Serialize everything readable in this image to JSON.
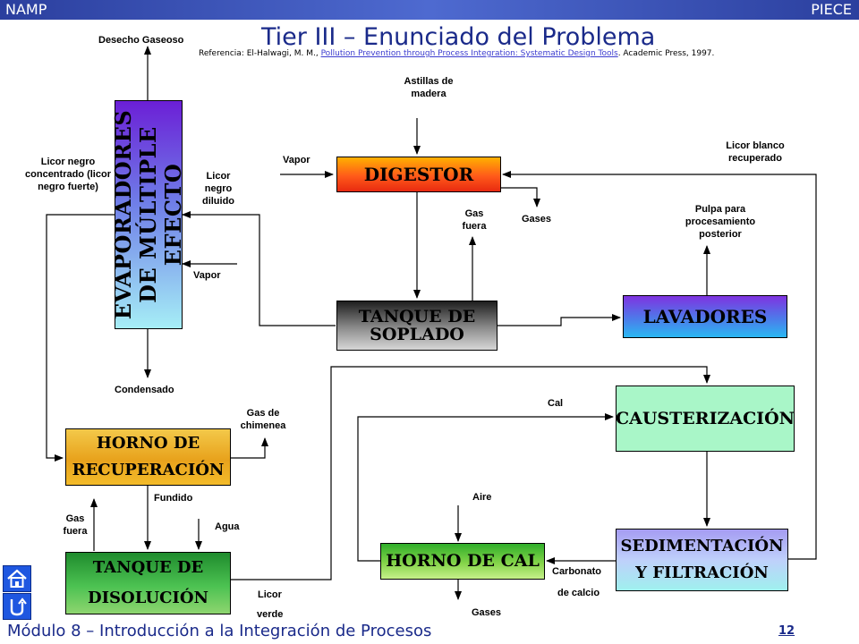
{
  "header": {
    "left": "NAMP",
    "right": "PIECE"
  },
  "title": "Tier III – Enunciado del Problema",
  "reference": {
    "prefix": "Referencia: El-Halwagi, M. M., ",
    "link": "Pollution Prevention through Process Integration: Systematic Design Tools",
    "suffix": ". Academic Press, 1997."
  },
  "units": {
    "evaporadores": "Evaporadores de Múltiple Efecto",
    "digestor": "Digestor",
    "tanque_soplado": "Tanque de Soplado",
    "lavadores": "Lavadores",
    "causterizacion": "Causterización",
    "horno_recuperacion": "Horno de Recuperación",
    "tanque_disolucion": "Tanque de Disolución",
    "horno_cal": "Horno de Cal",
    "sedimentacion": "Sedimentación y Filtración"
  },
  "streams": {
    "desecho_gaseoso": "Desecho Gaseoso",
    "astillas": "Astillas de madera",
    "licor_blanco": "Licor blanco recuperado",
    "vapor_digestor": "Vapor",
    "licor_negro_conc": "Licor negro concentrado (licor negro fuerte)",
    "licor_negro_diluido": "Licor negro diluido",
    "gas_fuera_digestor": "Gas fuera",
    "gases_digestor": "Gases",
    "pulpa": "Pulpa para procesamiento posterior",
    "vapor_evap": "Vapor",
    "condensado": "Condensado",
    "gas_chimenea": "Gas de chimenea",
    "cal": "Cal",
    "fundido": "Fundido",
    "aire": "Aire",
    "gas_fuera_disol": "Gas fuera",
    "agua": "Agua",
    "carbonato": "Carbonato",
    "de_calcio": "de calcio",
    "licor": "Licor",
    "verde": "verde",
    "gases_horno_cal": "Gases"
  },
  "footer": {
    "module": "Módulo 8 – Introducción a la Integración de Procesos",
    "page": "12"
  },
  "nav": {
    "home_icon": "home-icon",
    "return_icon": "return-icon"
  },
  "colors": {
    "title": "#1a2a8a",
    "header_bar": "#2b3f9e",
    "line": "#000000"
  }
}
